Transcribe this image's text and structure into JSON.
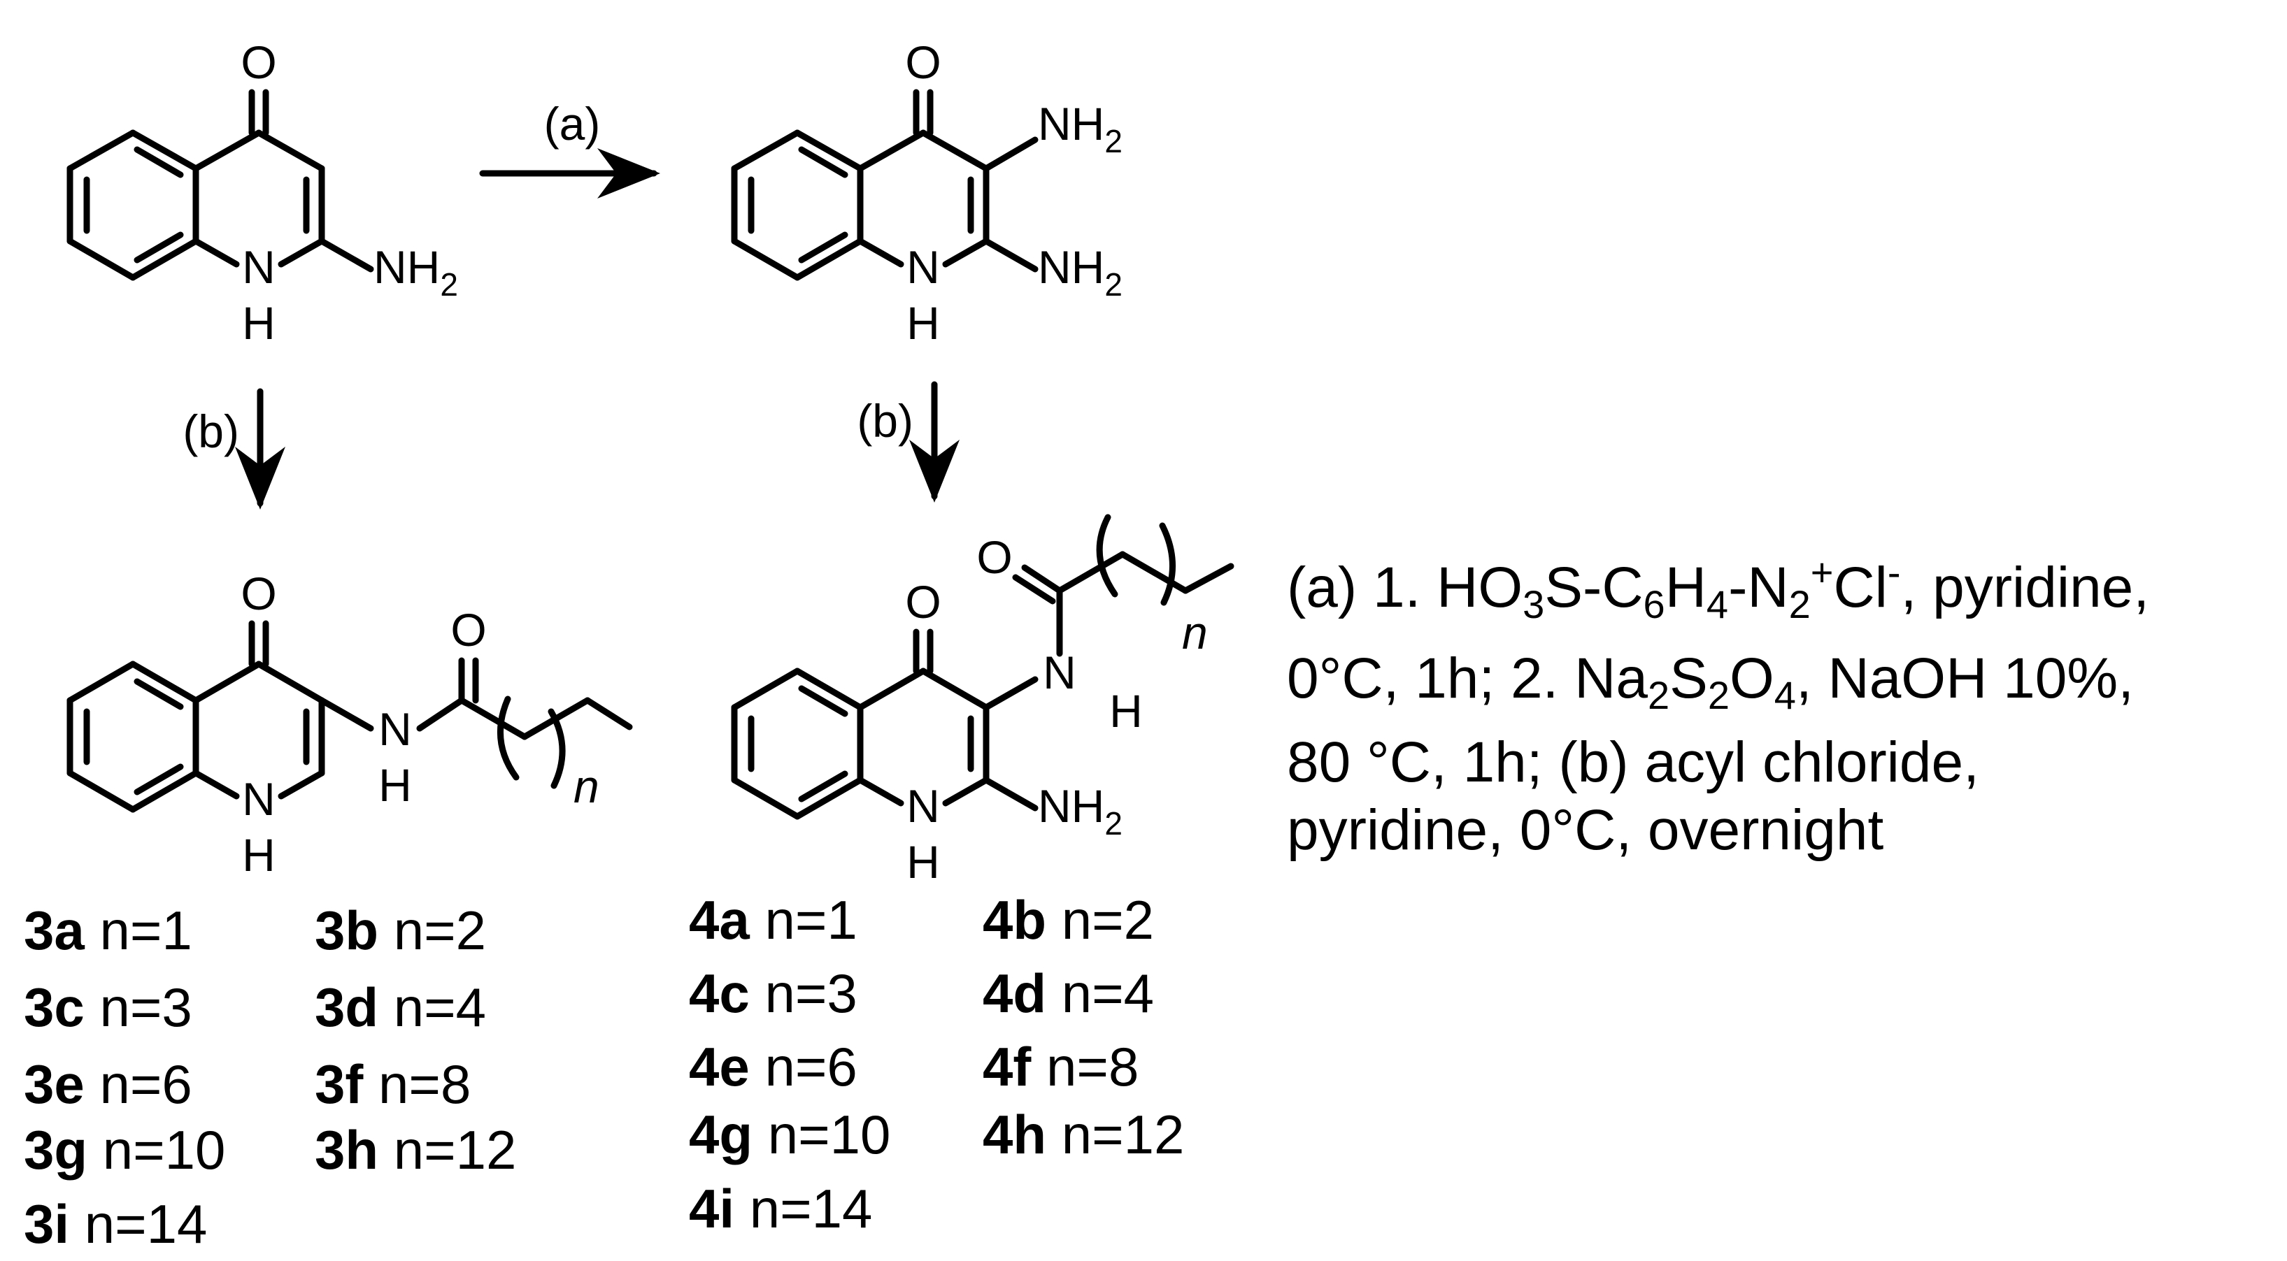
{
  "arrows": {
    "a_label": "(a)",
    "b_label_left": "(b)",
    "b_label_right": "(b)"
  },
  "atoms": {
    "O": "O",
    "N": "N",
    "H": "H",
    "NH": "NH",
    "sub2": "2",
    "n_italic": "n"
  },
  "series_3": [
    {
      "id": "3a",
      "value": "n=1"
    },
    {
      "id": "3b",
      "value": "n=2"
    },
    {
      "id": "3c",
      "value": "n=3"
    },
    {
      "id": "3d",
      "value": "n=4"
    },
    {
      "id": "3e",
      "value": "n=6"
    },
    {
      "id": "3f",
      "value": "n=8"
    },
    {
      "id": "3g",
      "value": "n=10"
    },
    {
      "id": "3h",
      "value": "n=12"
    },
    {
      "id": "3i",
      "value": "n=14"
    }
  ],
  "series_4": [
    {
      "id": "4a",
      "value": "n=1"
    },
    {
      "id": "4b",
      "value": "n=2"
    },
    {
      "id": "4c",
      "value": "n=3"
    },
    {
      "id": "4d",
      "value": "n=4"
    },
    {
      "id": "4e",
      "value": "n=6"
    },
    {
      "id": "4f",
      "value": "n=8"
    },
    {
      "id": "4g",
      "value": "n=10"
    },
    {
      "id": "4h",
      "value": "n=12"
    },
    {
      "id": "4i",
      "value": "n=14"
    }
  ],
  "reagents": {
    "a_prefix": "(a) 1. HO",
    "s3": "3",
    "a_mid1": "S-C",
    "s6": "6",
    "a_mid2": "H",
    "s4": "4",
    "a_mid3": "-N",
    "s2": "2",
    "plus": "+",
    "cl": "Cl",
    "minus": "-",
    "a_end": ", pyridine,",
    "line2_a": "0°C, 1h; 2. Na",
    "line2_s2a": "2",
    "line2_b": "S",
    "line2_s2b": "2",
    "line2_c": "O",
    "line2_s4": "4",
    "line2_d": ", NaOH 10%,",
    "line3": "80 °C, 1h; (b) acyl chloride,",
    "line4": "pyridine, 0°C, overnight"
  }
}
